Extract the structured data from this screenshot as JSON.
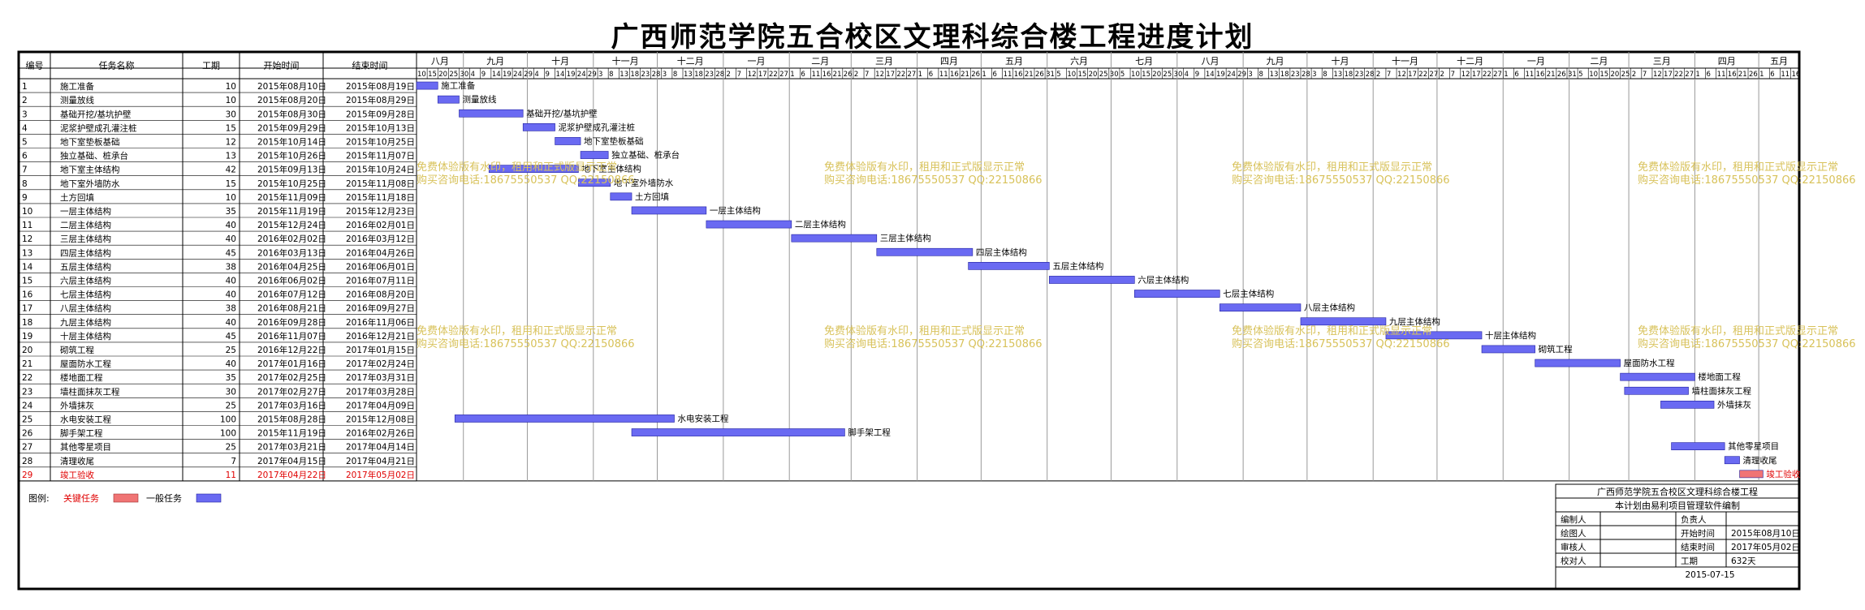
{
  "title": "广西师范学院五合校区文理科综合楼工程进度计划",
  "table_headers": [
    "编号",
    "任务名称",
    "工期",
    "开始时间",
    "结束时间"
  ],
  "months_top": [
    "八月",
    "九月",
    "十月",
    "十一月",
    "十二月",
    "一月",
    "二月",
    "三月",
    "四月",
    "五月",
    "六月",
    "七月",
    "八月",
    "九月",
    "十月",
    "十一月",
    "十二月",
    "一月",
    "二月",
    "三月",
    "四月",
    "五月"
  ],
  "timescale_start": "2015-08-10",
  "timescale_end": "2017-05-20",
  "legend": {
    "label": "图例:",
    "critical": "关键任务",
    "normal": "一般任务"
  },
  "colors": {
    "normal_bar": "#6a6af2",
    "critical_bar": "#f07474",
    "critical_text": "#e00000",
    "watermark": "#d8c25a",
    "frame": "#000000"
  },
  "watermark": {
    "line1": "免费体验版有水印，租用和正式版显示正常",
    "line2": "购买咨询电话:18675550537 QQ:22150866"
  },
  "info_box": {
    "title": "广西师范学院五合校区文理科综合楼工程",
    "subtitle": "本计划由易利项目管理软件编制",
    "rows": [
      [
        "编制人",
        "",
        "负责人",
        ""
      ],
      [
        "绘图人",
        "",
        "开始时间",
        "2015年08月10日"
      ],
      [
        "审核人",
        "",
        "结束时间",
        "2017年05月02日"
      ],
      [
        "校对人",
        "",
        "工期",
        "632天"
      ]
    ],
    "date": "2015-07-15"
  },
  "chart_data": {
    "type": "gantt",
    "title": "广西师范学院五合校区文理科综合楼工程进度计划",
    "tasks": [
      {
        "id": "1",
        "name": "施工准备",
        "duration": 10,
        "start": "2015年08月10日",
        "end": "2015年08月19日",
        "s": "2015-08-10",
        "e": "2015-08-19",
        "critical": false
      },
      {
        "id": "2",
        "name": "测量放线",
        "duration": 10,
        "start": "2015年08月20日",
        "end": "2015年08月29日",
        "s": "2015-08-20",
        "e": "2015-08-29",
        "critical": false
      },
      {
        "id": "3",
        "name": "基础开挖/基坑护壁",
        "duration": 30,
        "start": "2015年08月30日",
        "end": "2015年09月28日",
        "s": "2015-08-30",
        "e": "2015-09-28",
        "critical": false
      },
      {
        "id": "4",
        "name": "泥浆护壁成孔灌注桩",
        "duration": 15,
        "start": "2015年09月29日",
        "end": "2015年10月13日",
        "s": "2015-09-29",
        "e": "2015-10-13",
        "critical": false
      },
      {
        "id": "5",
        "name": "地下室垫板基础",
        "duration": 12,
        "start": "2015年10月14日",
        "end": "2015年10月25日",
        "s": "2015-10-14",
        "e": "2015-10-25",
        "critical": false
      },
      {
        "id": "6",
        "name": "独立基础、桩承台",
        "duration": 13,
        "start": "2015年10月26日",
        "end": "2015年11月07日",
        "s": "2015-10-26",
        "e": "2015-11-07",
        "critical": false
      },
      {
        "id": "7",
        "name": "地下室主体结构",
        "duration": 42,
        "start": "2015年09月13日",
        "end": "2015年10月24日",
        "s": "2015-09-13",
        "e": "2015-10-24",
        "critical": false
      },
      {
        "id": "8",
        "name": "地下室外墙防水",
        "duration": 15,
        "start": "2015年10月25日",
        "end": "2015年11月08日",
        "s": "2015-10-25",
        "e": "2015-11-08",
        "critical": false
      },
      {
        "id": "9",
        "name": "土方回填",
        "duration": 10,
        "start": "2015年11月09日",
        "end": "2015年11月18日",
        "s": "2015-11-09",
        "e": "2015-11-18",
        "critical": false
      },
      {
        "id": "10",
        "name": "一层主体结构",
        "duration": 35,
        "start": "2015年11月19日",
        "end": "2015年12月23日",
        "s": "2015-11-19",
        "e": "2015-12-23",
        "critical": false
      },
      {
        "id": "11",
        "name": "二层主体结构",
        "duration": 40,
        "start": "2015年12月24日",
        "end": "2016年02月01日",
        "s": "2015-12-24",
        "e": "2016-02-01",
        "critical": false
      },
      {
        "id": "12",
        "name": "三层主体结构",
        "duration": 40,
        "start": "2016年02月02日",
        "end": "2016年03月12日",
        "s": "2016-02-02",
        "e": "2016-03-12",
        "critical": false
      },
      {
        "id": "13",
        "name": "四层主体结构",
        "duration": 45,
        "start": "2016年03月13日",
        "end": "2016年04月26日",
        "s": "2016-03-13",
        "e": "2016-04-26",
        "critical": false
      },
      {
        "id": "14",
        "name": "五层主体结构",
        "duration": 38,
        "start": "2016年04月25日",
        "end": "2016年06月01日",
        "s": "2016-04-25",
        "e": "2016-06-01",
        "critical": false
      },
      {
        "id": "15",
        "name": "六层主体结构",
        "duration": 40,
        "start": "2016年06月02日",
        "end": "2016年07月11日",
        "s": "2016-06-02",
        "e": "2016-07-11",
        "critical": false
      },
      {
        "id": "16",
        "name": "七层主体结构",
        "duration": 40,
        "start": "2016年07月12日",
        "end": "2016年08月20日",
        "s": "2016-07-12",
        "e": "2016-08-20",
        "critical": false
      },
      {
        "id": "17",
        "name": "八层主体结构",
        "duration": 38,
        "start": "2016年08月21日",
        "end": "2016年09月27日",
        "s": "2016-08-21",
        "e": "2016-09-27",
        "critical": false
      },
      {
        "id": "18",
        "name": "九层主体结构",
        "duration": 40,
        "start": "2016年09月28日",
        "end": "2016年11月06日",
        "s": "2016-09-28",
        "e": "2016-11-06",
        "critical": false
      },
      {
        "id": "19",
        "name": "十层主体结构",
        "duration": 45,
        "start": "2016年11月07日",
        "end": "2016年12月21日",
        "s": "2016-11-07",
        "e": "2016-12-21",
        "critical": false
      },
      {
        "id": "20",
        "name": "砌筑工程",
        "duration": 25,
        "start": "2016年12月22日",
        "end": "2017年01月15日",
        "s": "2016-12-22",
        "e": "2017-01-15",
        "critical": false
      },
      {
        "id": "21",
        "name": "屋面防水工程",
        "duration": 40,
        "start": "2017年01月16日",
        "end": "2017年02月24日",
        "s": "2017-01-16",
        "e": "2017-02-24",
        "critical": false
      },
      {
        "id": "22",
        "name": "楼地面工程",
        "duration": 35,
        "start": "2017年02月25日",
        "end": "2017年03月31日",
        "s": "2017-02-25",
        "e": "2017-03-31",
        "critical": false
      },
      {
        "id": "23",
        "name": "墙柱面抹灰工程",
        "duration": 30,
        "start": "2017年02月27日",
        "end": "2017年03月28日",
        "s": "2017-02-27",
        "e": "2017-03-28",
        "critical": false
      },
      {
        "id": "24",
        "name": "外墙抹灰",
        "duration": 25,
        "start": "2017年03月16日",
        "end": "2017年04月09日",
        "s": "2017-03-16",
        "e": "2017-04-09",
        "critical": false
      },
      {
        "id": "25",
        "name": "水电安装工程",
        "duration": 100,
        "start": "2015年08月28日",
        "end": "2015年12月08日",
        "s": "2015-08-28",
        "e": "2015-12-08",
        "critical": false
      },
      {
        "id": "26",
        "name": "脚手架工程",
        "duration": 100,
        "start": "2015年11月19日",
        "end": "2016年02月26日",
        "s": "2015-11-19",
        "e": "2016-02-26",
        "critical": false
      },
      {
        "id": "27",
        "name": "其他零星项目",
        "duration": 25,
        "start": "2017年03月21日",
        "end": "2017年04月14日",
        "s": "2017-03-21",
        "e": "2017-04-14",
        "critical": false
      },
      {
        "id": "28",
        "name": "清理收尾",
        "duration": 7,
        "start": "2017年04月15日",
        "end": "2017年04月21日",
        "s": "2017-04-15",
        "e": "2017-04-21",
        "critical": false
      },
      {
        "id": "29",
        "name": "竣工验收",
        "duration": 11,
        "start": "2017年04月22日",
        "end": "2017年05月02日",
        "s": "2017-04-22",
        "e": "2017-05-02",
        "critical": true
      }
    ]
  }
}
